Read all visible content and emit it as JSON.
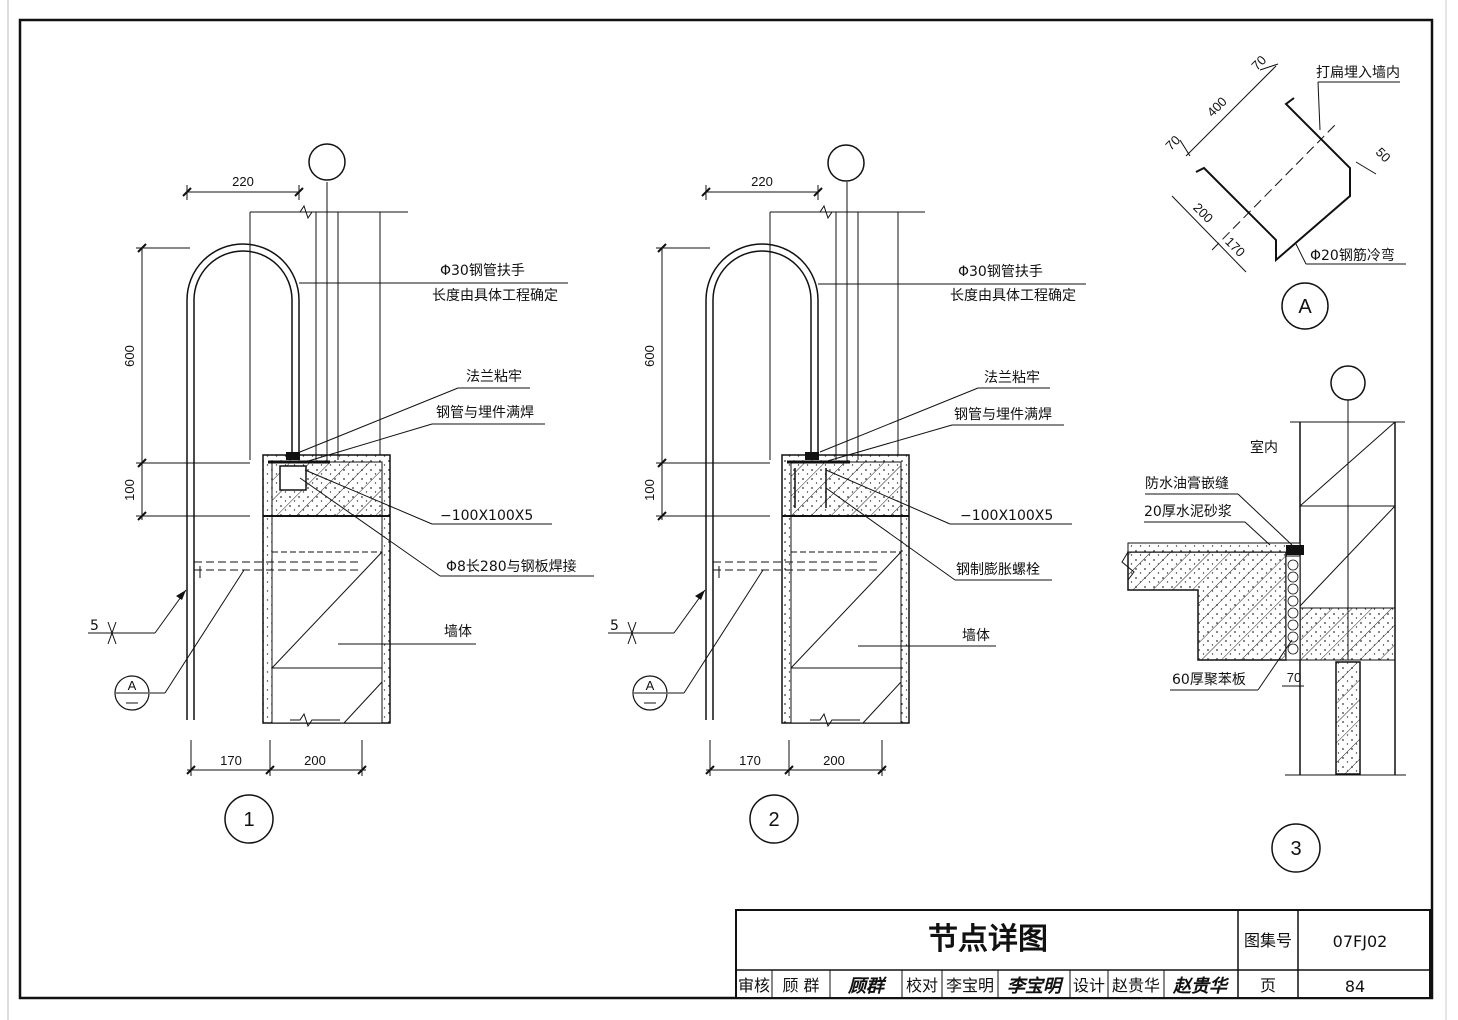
{
  "detail1": {
    "dim_width": "220",
    "dim_height_upper": "600",
    "dim_height_lower": "100",
    "dim_bottom_left": "170",
    "dim_bottom_right": "200",
    "label_handrail_1": "Φ30钢管扶手",
    "label_handrail_2": "长度由具体工程确定",
    "label_flange": "法兰粘牢",
    "label_weld": "钢管与埋件满焊",
    "label_plate": "−100X100X5",
    "label_rebar": "Φ8长280与钢板焊接",
    "label_wall": "墙体",
    "weld_size": "5",
    "callout_a": "A",
    "circle_no": "1"
  },
  "detail2": {
    "dim_width": "220",
    "dim_height_upper": "600",
    "dim_height_lower": "100",
    "dim_bottom_left": "170",
    "dim_bottom_right": "200",
    "label_handrail_1": "Φ30钢管扶手",
    "label_handrail_2": "长度由具体工程确定",
    "label_flange": "法兰粘牢",
    "label_weld": "钢管与埋件满焊",
    "label_plate": "−100X100X5",
    "label_bolt": "钢制膨胀螺栓",
    "label_wall": "墙体",
    "weld_size": "5",
    "callout_a": "A",
    "circle_no": "2"
  },
  "detailA": {
    "dim_70_top": "70",
    "dim_400": "400",
    "dim_70_left": "70",
    "dim_50": "50",
    "dim_200": "200",
    "dim_170": "170",
    "label_flatten": "打扁埋入墙内",
    "label_rebar": "Φ20钢筋冷弯",
    "circle_label": "A"
  },
  "detail3": {
    "label_indoor": "室内",
    "label_asphalt": "防水油膏嵌缝",
    "label_mortar": "20厚水泥砂浆",
    "label_eps": "60厚聚苯板",
    "dim_70": "70",
    "circle_no": "3"
  },
  "titleblock": {
    "title": "节点详图",
    "atlas_label": "图集号",
    "atlas_no": "07FJ02",
    "page_label": "页",
    "page_no": "84",
    "review_label": "审核",
    "review_name": "顾 群",
    "review_sig": "顾群",
    "check_label": "校对",
    "check_name": "李宝明",
    "check_sig": "李宝明",
    "design_label": "设计",
    "design_name": "赵贵华",
    "design_sig": "赵贵华"
  }
}
